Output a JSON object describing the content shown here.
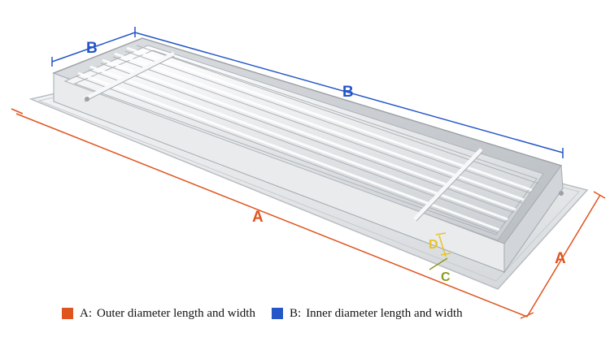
{
  "colors": {
    "dimension_a": "#e0541f",
    "dimension_b": "#2456c8",
    "dimension_c": "#8a9a1e",
    "dimension_d": "#e6c42a",
    "grille": "#eceef0"
  },
  "dimension_labels": {
    "a_length": "A",
    "a_width": "A",
    "b_length": "B",
    "b_width": "B",
    "c": "C",
    "d": "D"
  },
  "legend": [
    {
      "letter": "A:",
      "text": "Outer diameter length and width",
      "swatch": "#e0541f"
    },
    {
      "letter": "B:",
      "text": "Inner diameter length and width",
      "swatch": "#2456c8"
    }
  ]
}
